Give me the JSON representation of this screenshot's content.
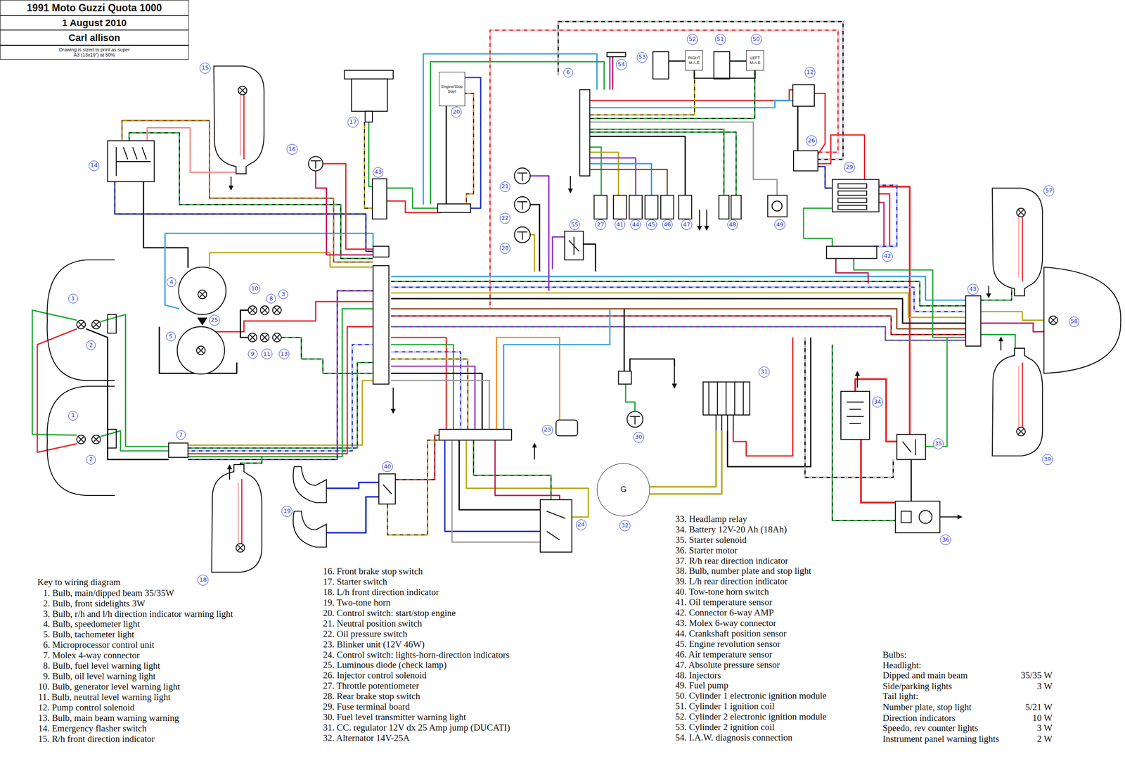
{
  "diagram": {
    "title": "1991 Moto Guzzi Quota 1000",
    "nodes": [
      {
        "text": [
          "1 August 2010"
        ]
      },
      {
        "text": [
          "Carl allison"
        ]
      },
      {
        "text": [
          "Drawing is sized to print as super A3 (13x19\") at 50%"
        ]
      },
      {
        "text": [
          "15"
        ]
      },
      {
        "text": [
          "14"
        ]
      },
      {
        "text": [
          "16"
        ]
      },
      {
        "text": [
          "17"
        ]
      },
      {
        "text": [
          "20"
        ]
      },
      {
        "text": [
          "6"
        ]
      },
      {
        "text": [
          "53"
        ]
      },
      {
        "text": [
          "52"
        ]
      },
      {
        "text": [
          "51"
        ]
      },
      {
        "text": [
          "50"
        ]
      },
      {
        "text": [
          "54"
        ]
      },
      {
        "text": [
          "12"
        ]
      },
      {
        "text": [
          "26"
        ]
      },
      {
        "text": [
          "29"
        ]
      },
      {
        "text": [
          "43"
        ]
      },
      {
        "text": [
          "21"
        ]
      },
      {
        "text": [
          "22"
        ]
      },
      {
        "text": [
          "57"
        ]
      },
      {
        "text": [
          "55"
        ]
      },
      {
        "text": [
          "27"
        ]
      },
      {
        "text": [
          "41"
        ]
      },
      {
        "text": [
          "44"
        ]
      },
      {
        "text": [
          "45"
        ]
      },
      {
        "text": [
          "46"
        ]
      },
      {
        "text": [
          "47"
        ]
      },
      {
        "text": [
          "48"
        ]
      },
      {
        "text": [
          "49"
        ]
      },
      {
        "text": [
          "28"
        ]
      },
      {
        "text": [
          "42"
        ]
      },
      {
        "text": [
          "4"
        ]
      },
      {
        "text": [
          "10"
        ]
      },
      {
        "text": [
          "3"
        ]
      },
      {
        "text": [
          "8"
        ]
      },
      {
        "text": [
          "43"
        ]
      },
      {
        "text": [
          "1"
        ]
      },
      {
        "text": [
          "25"
        ]
      },
      {
        "text": [
          "58"
        ]
      },
      {
        "text": [
          "5"
        ]
      },
      {
        "text": [
          "2"
        ]
      },
      {
        "text": [
          "9"
        ]
      },
      {
        "text": [
          "11"
        ]
      },
      {
        "text": [
          "13"
        ]
      },
      {
        "text": [
          "31"
        ]
      },
      {
        "text": [
          "34"
        ]
      },
      {
        "text": [
          "1"
        ]
      },
      {
        "text": [
          "23"
        ]
      },
      {
        "text": [
          "7"
        ]
      },
      {
        "text": [
          "30"
        ]
      },
      {
        "text": [
          "35"
        ]
      },
      {
        "text": [
          "39"
        ]
      },
      {
        "text": [
          "2"
        ]
      },
      {
        "text": [
          "40"
        ]
      },
      {
        "text": [
          "19"
        ]
      },
      {
        "text": [
          "24"
        ]
      },
      {
        "text": [
          "32"
        ]
      },
      {
        "text": [
          "36"
        ]
      },
      {
        "text": [
          "18"
        ]
      },
      {
        "text": [
          "Engine/Stop",
          "Start"
        ]
      },
      {
        "text": [
          "G"
        ]
      },
      {
        "text": [
          "RIGHT",
          "M.A.E"
        ]
      },
      {
        "text": [
          "LEFT",
          "M.A.E"
        ]
      }
    ],
    "edges": [
      {
        "from": 62,
        "to": 63,
        "arrow": "none"
      }
    ],
    "labels": [
      "Key to wiring diagram",
      "1. Bulb, main/dipped beam 35/35W",
      "2. Bulb, front sidelights 3W",
      "3. Bulb, r/h and l/h direction indicator warning light",
      "4. Bulb, speedometer light",
      "5. Bulb, tachometer light",
      "6. Microprocessor control unit",
      "7. Molex 4-way connector",
      "8. Bulb, fuel level warning light",
      "9. Bulb, oil level warning light",
      "10. Bulb, generator level warning light",
      "11. Bulb, neutral level warning light",
      "12. Pump control solenoid",
      "13. Bulb, main beam warning warning",
      "14. Emergency flasher switch",
      "15. R/h front direction indicator",
      "16. Front brake stop switch",
      "17. Starter switch",
      "18. L/h front direction indicator",
      "19. Two-tone horn",
      "20. Control switch: start/stop engine",
      "21. Neutral position switch",
      "22. Oil pressure switch",
      "23. Blinker unit (12V 46W)",
      "24. Control switch: lights-horn-direction indicators",
      "25. Luminous diode (check lamp)",
      "26. Injector control solenoid",
      "27. Throttle potentiometer",
      "28. Rear brake stop switch",
      "29. Fuse terminal board",
      "30. Fuel level transmitter warning light",
      "31. CC. regulator 12V dx 25 Amp jump (DUCATI)",
      "32. Alternator 14V-25A",
      "33. Headlamp relay",
      "34. Battery 12V-20 Ah (18Ah)",
      "35. Starter solenoid",
      "36. Starter motor",
      "37. R/h rear direction indicator",
      "38. Bulb, number plate and stop light",
      "39. L/h rear direction indicator",
      "40. Tow-tone horn switch",
      "41. Oil temperature sensor",
      "42. Connector 6-way AMP",
      "43. Molex 6-way connector",
      "44. Crankshaft position sensor",
      "45. Engine revolution sensor",
      "46. Air temperature sensor",
      "47. Absolute pressure sensor",
      "48. Injectors",
      "49. Fuel pump",
      "50. Cylinder 1 electronic ignition module",
      "51. Cylinder 1 ignition coil",
      "52. Cylinder 2 electronic ignition module",
      "53. Cylinder 2 ignition coil",
      "54. I.A.W. diagnosis connection",
      "Bulbs:",
      "Headlight:",
      "Dipped and main beam",
      "35/35 W",
      "Side/parking lights",
      "3 W",
      "Tail light:",
      "Number plate, stop light",
      "5/21 W",
      "Direction indicators",
      "10 W",
      "Speedo, rev counter lights",
      "3 W",
      "Instrument panel warning lights",
      "2 W"
    ]
  }
}
